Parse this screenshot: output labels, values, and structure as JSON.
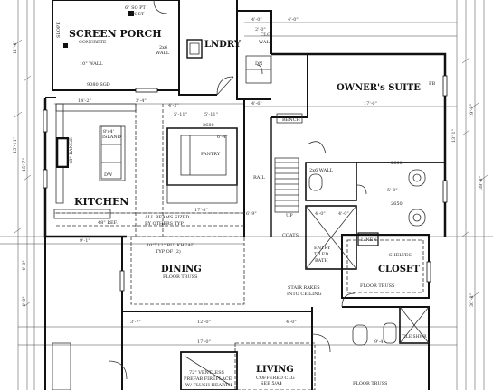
{
  "rooms": {
    "screen_porch": {
      "name": "SCREEN PORCH",
      "sub": "CONCRETE"
    },
    "laundry": {
      "name": "LNDRY"
    },
    "owners_suite": {
      "name": "OWNER's SUITE"
    },
    "kitchen": {
      "name": "KITCHEN"
    },
    "dining": {
      "name": "DINING",
      "sub": "FLOOR TRUSS"
    },
    "closet": {
      "name": "CLOSET"
    },
    "living": {
      "name": "LIVING",
      "sub1": "COFFERED CLG",
      "sub2": "SEE 5/A4"
    }
  },
  "notes": {
    "post": "6\" SQ PT",
    "post2": "POST",
    "wall_2x6": "2x6",
    "wall_word": "WALL",
    "clg": "CLG",
    "clg2": "WALL",
    "ten_wall": "10\" WALL",
    "sgd": "9080 SGD",
    "island": "8'x4'",
    "island2": "ISLAND",
    "range": "48\" RANGE",
    "refr": "48\" REF.",
    "pantry": "PANTRY",
    "bench": "BENCH",
    "rail": "RAIL",
    "wall2x6b": "2x6 WALL",
    "beams": "ALL BEAMS SIZED",
    "beams2": "BY OTHERS TYP",
    "bulkhead": "10\"X12\" BULKHEAD",
    "bulkhead2": "TYP OF (2)",
    "coats": "COATS",
    "entry": "ENTRY",
    "tiled": "TILED",
    "bath": "BATH",
    "linen": "LINEN",
    "shelves": "SHELVES",
    "floor_truss": "FLOOR TRUSS",
    "stair": "STAIR RAKES",
    "into_ceiling": "INTO CEILING",
    "fireplace": "72\" VENTLESS",
    "fireplace2": "PREFAB FIREPLACE",
    "fireplace3": "W/ FLUSH HEARTH",
    "floor_truss_living": "FLOOR TRUSS",
    "slope": "SLOPE",
    "down": "DN",
    "up": "UP",
    "fb": "FB",
    "dw": "DW",
    "tile_shwr": "TILE SHWR",
    "window_1": "2680",
    "window_2": "2680",
    "window_3": "2650"
  },
  "dims": {
    "d1": "4'-0\"",
    "d2": "4'-0\"",
    "d3": "14'-2\"",
    "d4": "3'-4\"",
    "d5": "4'-2\"",
    "d6": "4'-6\"",
    "d7": "5'-11\"",
    "d8": "5'-11\"",
    "d9": "17'-0\"",
    "d10": "6'-4\"",
    "d11": "17'-8\"",
    "d12": "6'-9\"",
    "d13": "9'-1\"",
    "d14": "3'-7\"",
    "d15": "12'-0\"",
    "d16": "4'-0\"",
    "d17": "17'-0\"",
    "d18": "9'-4\"",
    "d19": "5'-0\"",
    "d20": "4'-0\"",
    "d21": "4'-0\"",
    "d22": "11'-8\"",
    "d23": "15'-7\"",
    "d24": "15'-11\"",
    "d25": "38'-8\"",
    "d26": "13'-1\"",
    "d27": "19'-9\"",
    "d28": "30'-8\"",
    "d29": "4'-0\"",
    "d30": "4'-0\"",
    "d31": "2'-0\""
  }
}
